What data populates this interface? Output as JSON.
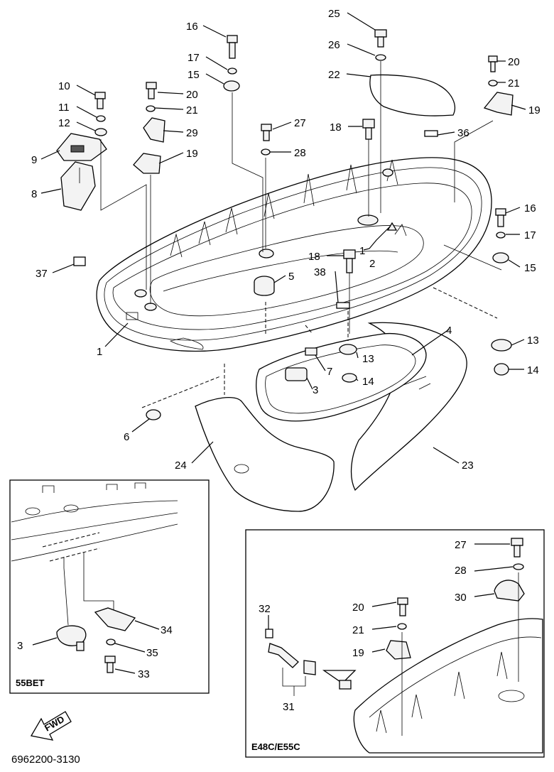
{
  "parts": {
    "p1": "1",
    "p1b": "1",
    "p2": "2",
    "p3": "3",
    "p4": "4",
    "p5": "5",
    "p6": "6",
    "p7": "7",
    "p8": "8",
    "p9": "9",
    "p10": "10",
    "p11": "11",
    "p12": "12",
    "p13": "13",
    "p13b": "13",
    "p14": "14",
    "p14b": "14",
    "p15": "15",
    "p15b": "15",
    "p16": "16",
    "p16b": "16",
    "p17": "17",
    "p17b": "17",
    "p18": "18",
    "p18b": "18",
    "p19": "19",
    "p19b": "19",
    "p20": "20",
    "p20b": "20",
    "p21": "21",
    "p21b": "21",
    "p22": "22",
    "p23": "23",
    "p24": "24",
    "p25": "25",
    "p26": "26",
    "p27": "27",
    "p28": "28",
    "p29": "29",
    "p36": "36",
    "p37": "37",
    "p38": "38"
  },
  "inset_left": {
    "tag": "55BET",
    "labels": {
      "p3": "3",
      "p33": "33",
      "p34": "34",
      "p35": "35"
    }
  },
  "inset_right": {
    "tag": "E48C/E55C",
    "labels": {
      "p19": "19",
      "p20": "20",
      "p21": "21",
      "p27": "27",
      "p28": "28",
      "p30": "30",
      "p31": "31",
      "p32": "32"
    }
  },
  "fwd_label": "FWD",
  "diagram_code": "6962200-3130"
}
